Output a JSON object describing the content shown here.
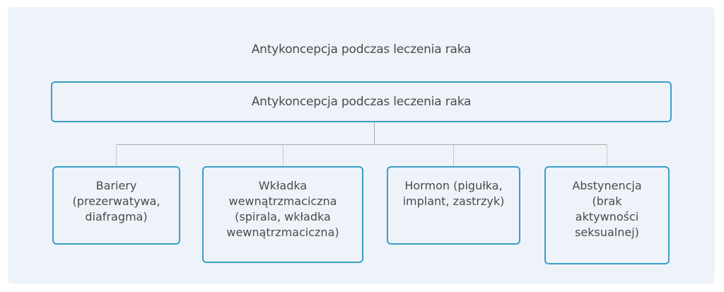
{
  "diagram": {
    "title": "Antykoncepcja podczas leczenia raka",
    "root": {
      "label": "Antykoncepcja podczas leczenia raka"
    },
    "children": [
      {
        "label": "Bariery\n(prezerwatywa,\ndiafragma)"
      },
      {
        "label": "Wkładka\nwewnątrzmaciczna\n(spirala, wkładka\nwewnątrzmaciczna)"
      },
      {
        "label": "Hormon (pigułka,\nimplant, zastrzyk)"
      },
      {
        "label": "Abstynencja\n(brak\naktywności\nseksualnej)"
      }
    ],
    "colors": {
      "panel_background": "#eef3fa",
      "box_border": "#3a9fc8",
      "connector": "#a8a8a8",
      "text": "#4a4a4a"
    }
  }
}
